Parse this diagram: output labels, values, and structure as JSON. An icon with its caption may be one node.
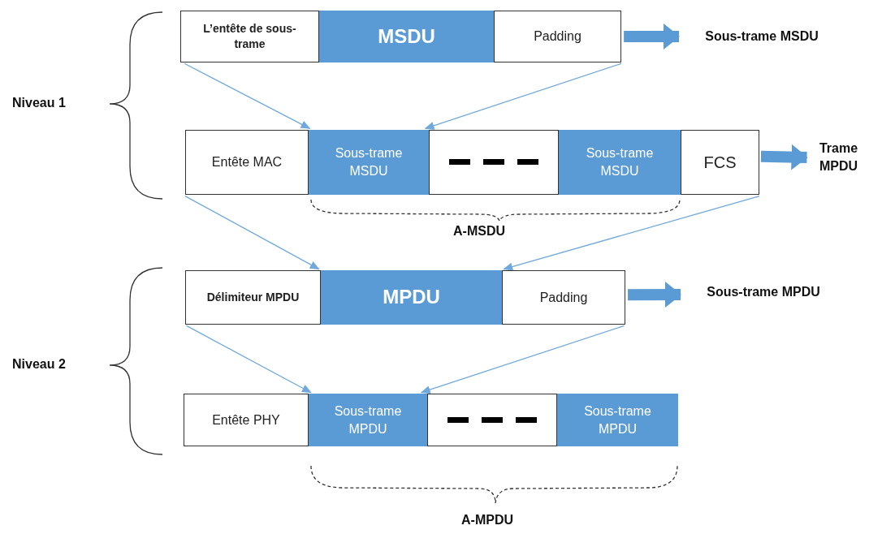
{
  "diagram": {
    "nodes": [
      {
        "text": [
          "L’entête de sous-trame"
        ]
      },
      {
        "text": [
          "MSDU"
        ]
      },
      {
        "text": [
          "Padding"
        ]
      },
      {
        "text": [
          "Sous-trame MSDU"
        ]
      },
      {
        "text": [
          "Entête MAC"
        ]
      },
      {
        "text": [
          "Sous-trame MSDU"
        ]
      },
      {
        "text": [],
        "shape": "box"
      },
      {
        "text": [
          "Sous-trame MSDU"
        ]
      },
      {
        "text": [
          "FCS"
        ]
      },
      {
        "text": [
          "Trame MPDU"
        ]
      },
      {
        "text": [
          "Délimiteur MPDU"
        ]
      },
      {
        "text": [
          "MPDU"
        ]
      },
      {
        "text": [
          "Padding"
        ]
      },
      {
        "text": [
          "Sous-trame MPDU"
        ]
      },
      {
        "text": [
          "Entête PHY"
        ]
      },
      {
        "text": [
          "Sous-trame MPDU"
        ]
      },
      {
        "text": [],
        "shape": "box"
      },
      {
        "text": [
          "Sous-trame MPDU"
        ]
      }
    ],
    "edges": [
      {
        "from": 0,
        "to": 5,
        "arrow": "to"
      },
      {
        "from": 2,
        "to": 5,
        "arrow": "to"
      },
      {
        "from": 2,
        "to": 3,
        "arrow": "to",
        "style": "thick"
      },
      {
        "from": 4,
        "to": 11,
        "arrow": "to"
      },
      {
        "from": 8,
        "to": 11,
        "arrow": "to"
      },
      {
        "from": 8,
        "to": 9,
        "arrow": "to",
        "style": "thick"
      },
      {
        "from": 10,
        "to": 15,
        "arrow": "to"
      },
      {
        "from": 12,
        "to": 15,
        "arrow": "to"
      },
      {
        "from": 12,
        "to": 13,
        "arrow": "to",
        "style": "thick"
      }
    ],
    "labels": [
      "Niveau 1",
      "A-MSDU",
      "Niveau 2",
      "A-MPDU"
    ]
  }
}
